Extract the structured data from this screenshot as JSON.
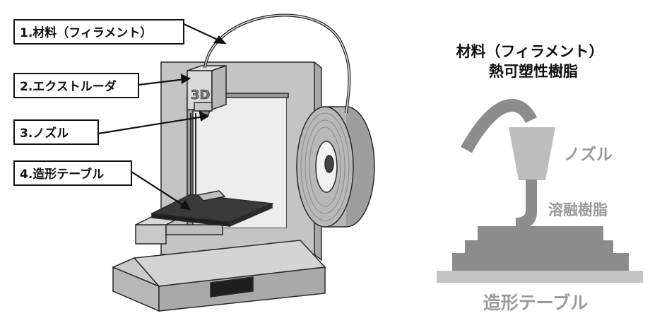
{
  "printer_labels": [
    {
      "text": "1.材料（フィラメント）"
    },
    {
      "text": "2.エクストルーダ"
    },
    {
      "text": "3.ノズル"
    },
    {
      "text": "4.造形テーブル"
    }
  ],
  "extruder_mark": "3D",
  "process": {
    "title_line1": "材料（フィラメント）",
    "title_line2": "熱可塑性樹脂",
    "nozzle": "ノズル",
    "molten_resin": "溶融樹脂",
    "build_table": "造形テーブル"
  },
  "colors": {
    "frame": "#c4c4c4",
    "frame_stroke": "#2a2a2a",
    "spool": "#b5b5b5",
    "plate": "#3a3a3a",
    "filament_gray": "#8c8c8c",
    "nozzle_gray": "#bdbdbd",
    "layers_gray": "#8c8c8c",
    "table_gray": "#c4c4c4",
    "text_gray": "#9a9a9a"
  }
}
